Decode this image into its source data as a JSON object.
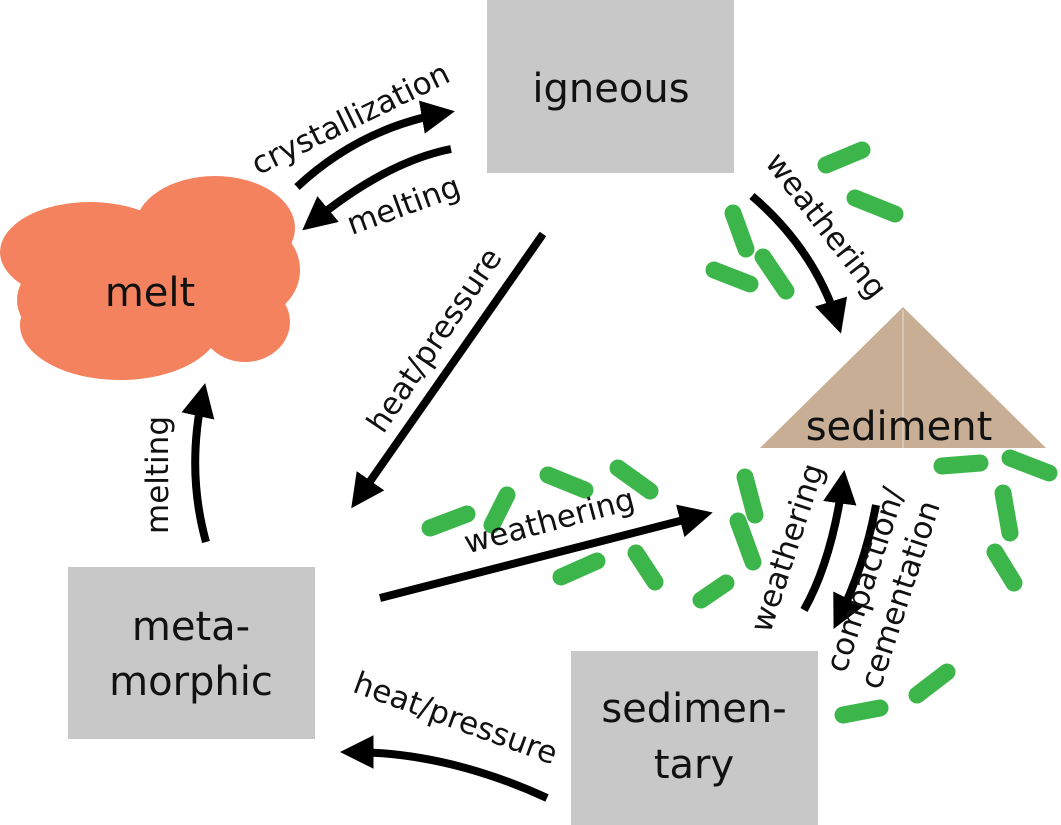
{
  "colors": {
    "box": "#c8c8c8",
    "melt": "#f4825f",
    "sediment": "#c7ae95",
    "grains": "#3cb64a",
    "arrow": "#000000"
  },
  "nodes": {
    "igneous": "igneous",
    "melt": "melt",
    "sediment": "sediment",
    "metamorphic_line1": "meta-",
    "metamorphic_line2": "morphic",
    "sedimentary_line1": "sedimen-",
    "sedimentary_line2": "tary"
  },
  "edges": {
    "crystallization": "crystallization",
    "melting_top": "melting",
    "heat_pressure_diagonal": "heat/pressure",
    "weathering_top_right": "weathering",
    "melting_left": "melting",
    "weathering_middle": "weathering",
    "weathering_bottom_right": "weathering",
    "compaction_line1": "compaction/",
    "compaction_line2": "cementation",
    "heat_pressure_bottom": "heat/pressure"
  }
}
